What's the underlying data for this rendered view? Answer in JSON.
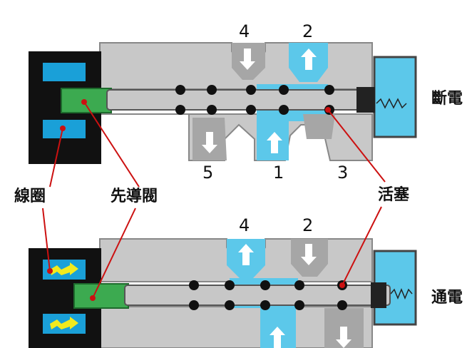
{
  "port_labels": {
    "p1": "1",
    "p2": "2",
    "p3": "3",
    "p4": "4",
    "p5": "5"
  },
  "labels": {
    "coil": "線圈",
    "pilot_valve": "先導閥",
    "piston": "活塞",
    "de_energized": "斷電",
    "energized": "通電"
  },
  "colors": {
    "body": "#c8c8c8",
    "passage": "#999999",
    "air": "#5cc8ea",
    "coil_housing": "#111111",
    "coil": "#1aa0d8",
    "pilot": "#3caa50",
    "leader": "#cc1111",
    "current_arrow": "#f2ea1e"
  },
  "icons": {
    "flow_arrow": "flow-arrow-icon",
    "current_arrow": "current-arrow-icon",
    "spring": "spring-icon"
  }
}
